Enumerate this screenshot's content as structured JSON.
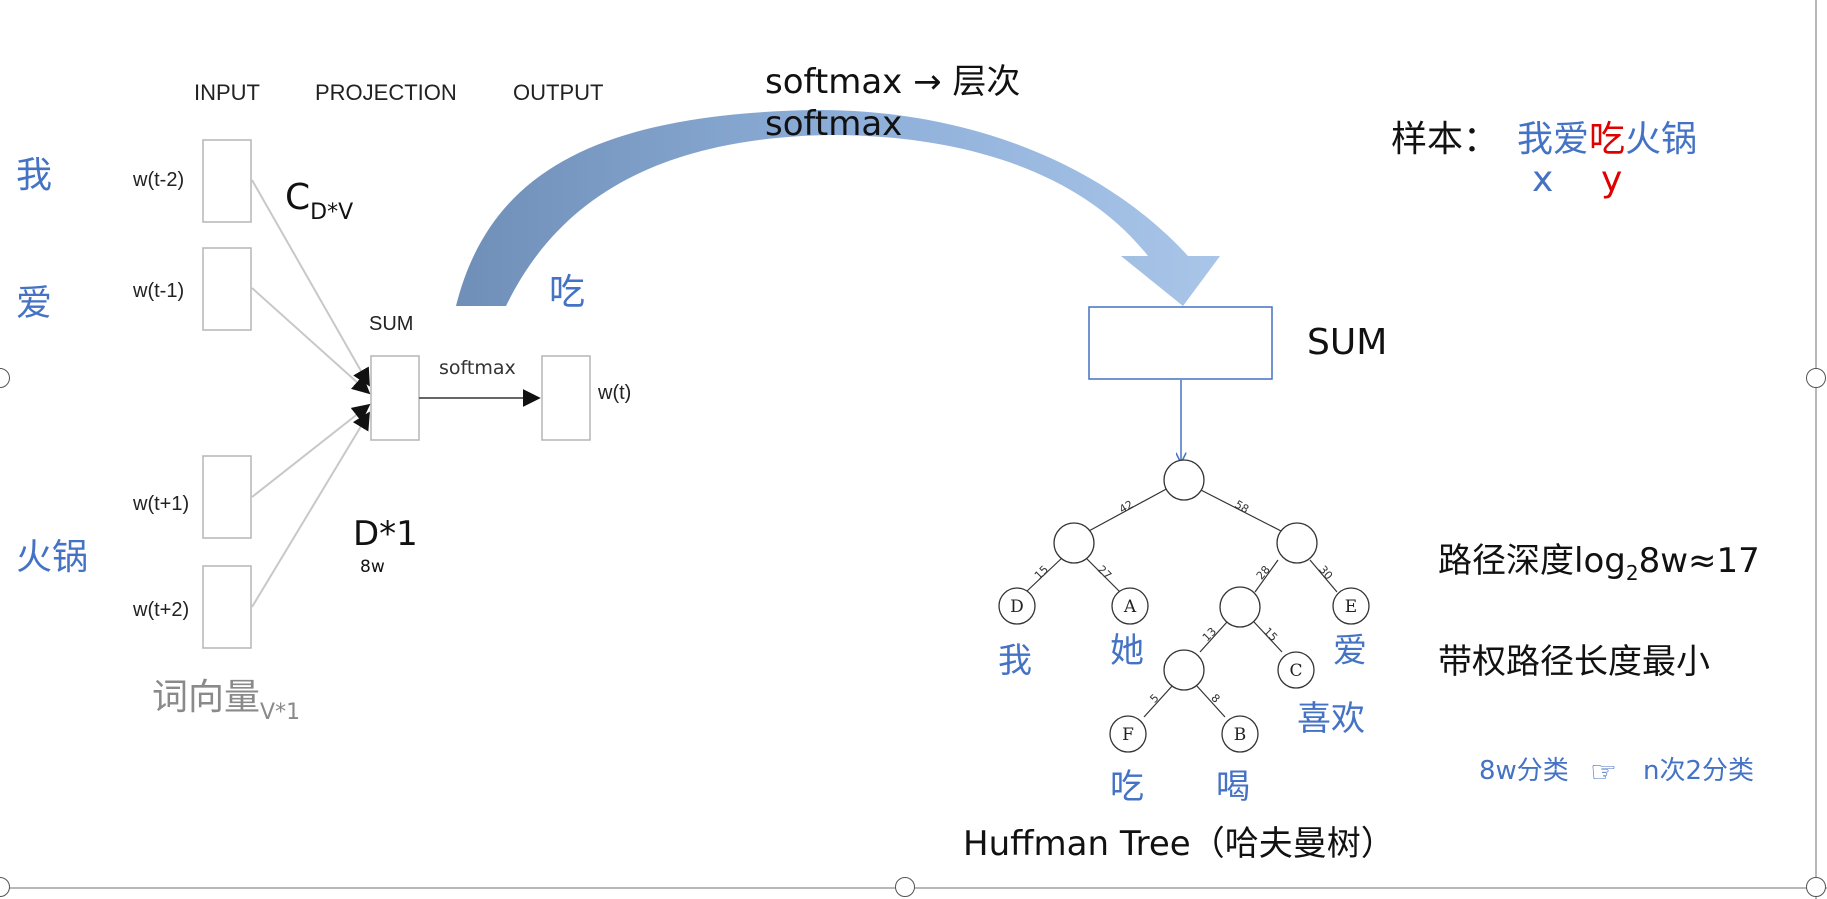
{
  "cbow": {
    "headers": [
      "INPUT",
      "PROJECTION",
      "OUTPUT"
    ],
    "inputs": [
      "w(t-2)",
      "w(t-1)",
      "w(t+1)",
      "w(t+2)"
    ],
    "sum_label": "SUM",
    "softmax_label": "softmax",
    "output": "w(t)",
    "cdv_main": "C",
    "cdv_sub": "D*V",
    "d1": "D*1",
    "d1_sub": "8w",
    "wordvec_main": "词向量",
    "wordvec_sub": "V*1"
  },
  "left_words": [
    "我",
    "爱",
    "火锅"
  ],
  "center_word": "吃",
  "arrow_caption": {
    "line1": "softmax → 层次",
    "line2": "softmax"
  },
  "sample": {
    "label": "样本：",
    "part1": "我爱",
    "part2": "吃",
    "part3": "火锅",
    "x": "x",
    "y": "y"
  },
  "right_sum_label": "SUM",
  "tree": {
    "nodes": {
      "D": "D",
      "A": "A",
      "E": "E",
      "C": "C",
      "F": "F",
      "B": "B"
    },
    "edge_weights": [
      "42",
      "58",
      "15",
      "27",
      "28",
      "30",
      "13",
      "15",
      "5",
      "8"
    ],
    "words": {
      "D": "我",
      "A": "她",
      "E": "爱",
      "C": "喜欢",
      "F": "吃",
      "B": "喝"
    },
    "caption": "Huffman Tree（哈夫曼树）"
  },
  "notes": {
    "depth_prefix": "路径深度log",
    "depth_sub": "2",
    "depth_suffix": "8w≈17",
    "weighted": "带权路径长度最小",
    "classify_left": "8w分类",
    "classify_right": "n次2分类",
    "hand_icon": "pointing-hand-icon"
  },
  "colors": {
    "blue": "#4472c4",
    "red": "#e00000",
    "gray": "#8a8a8a",
    "arrow_dark": "#6f8fb8",
    "arrow_light": "#a9c5e8"
  }
}
